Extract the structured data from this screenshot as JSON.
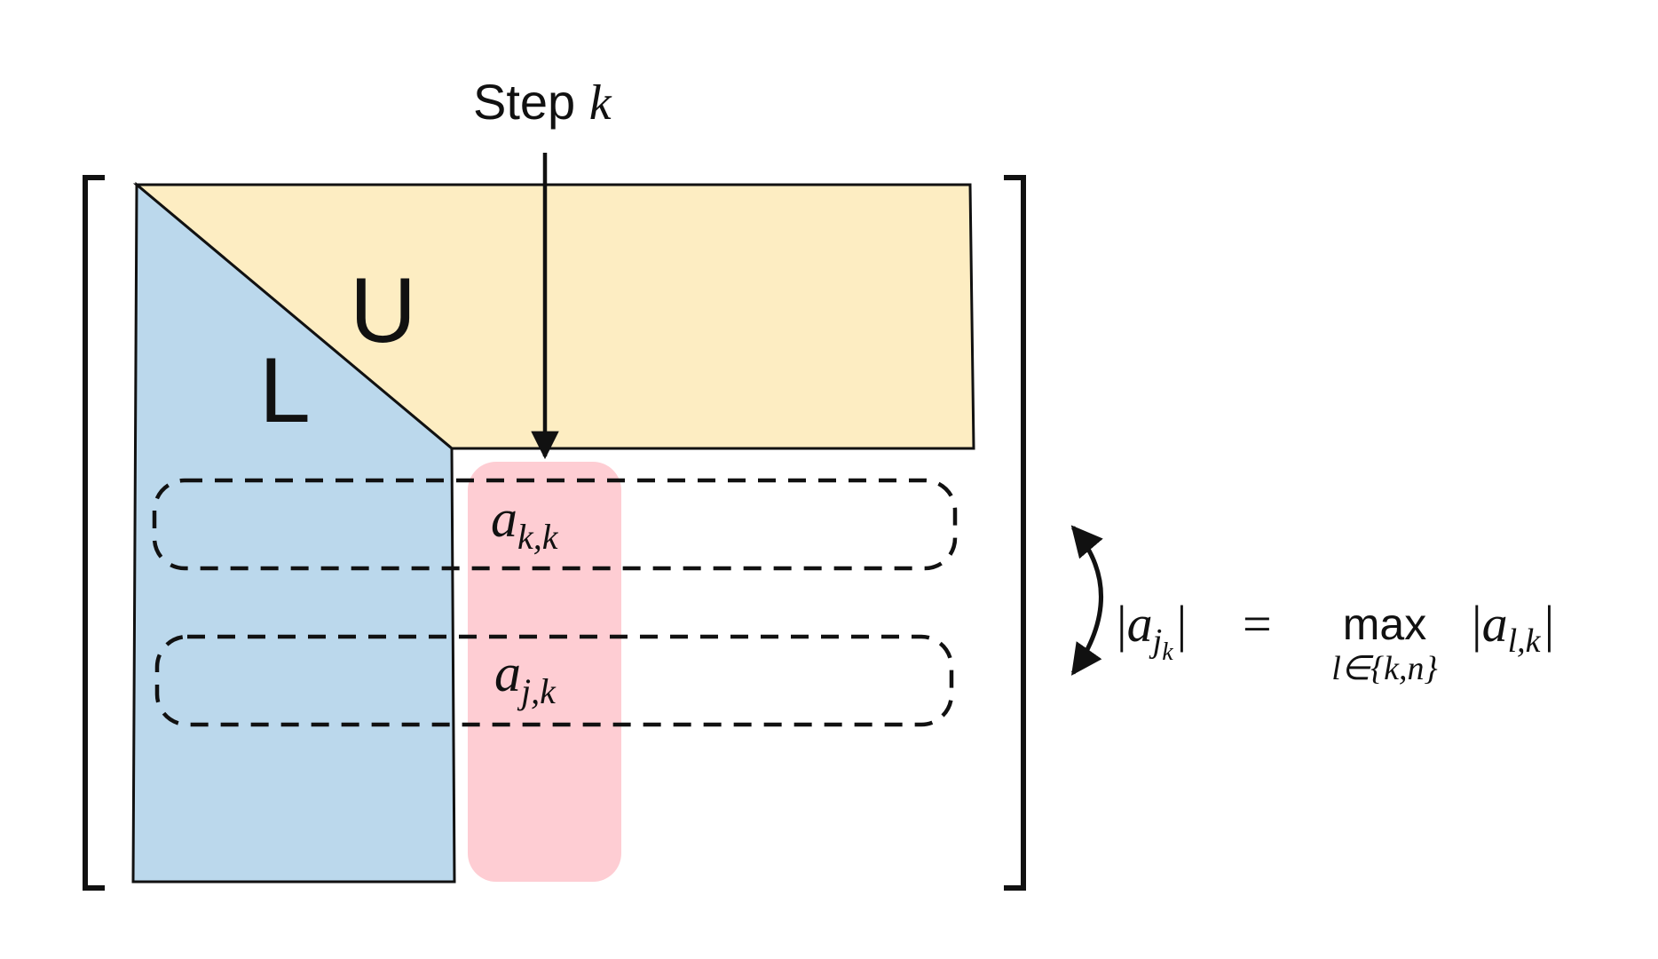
{
  "diagram": {
    "step_label": {
      "text": "Step ",
      "var": "k"
    },
    "regions": {
      "lower": "L",
      "upper": "U"
    },
    "elements": {
      "pivot": {
        "base": "a",
        "sub": "k,k"
      },
      "candidate": {
        "base": "a",
        "sub": "j,k"
      }
    },
    "formula": {
      "lhs_open": "|",
      "lhs_base": "a",
      "lhs_sub": "j",
      "lhs_subsub": "k",
      "lhs_close": "|",
      "equals": "=",
      "op": "max",
      "op_sub": "l∈{k,n}",
      "rhs_open": "|",
      "rhs_base": "a",
      "rhs_sub": "l,k",
      "rhs_close": "|"
    },
    "colors": {
      "lower": "#bbd8ec",
      "upper": "#fdedc2",
      "pivot_column": "#fecdd3",
      "stroke": "#111111"
    }
  }
}
